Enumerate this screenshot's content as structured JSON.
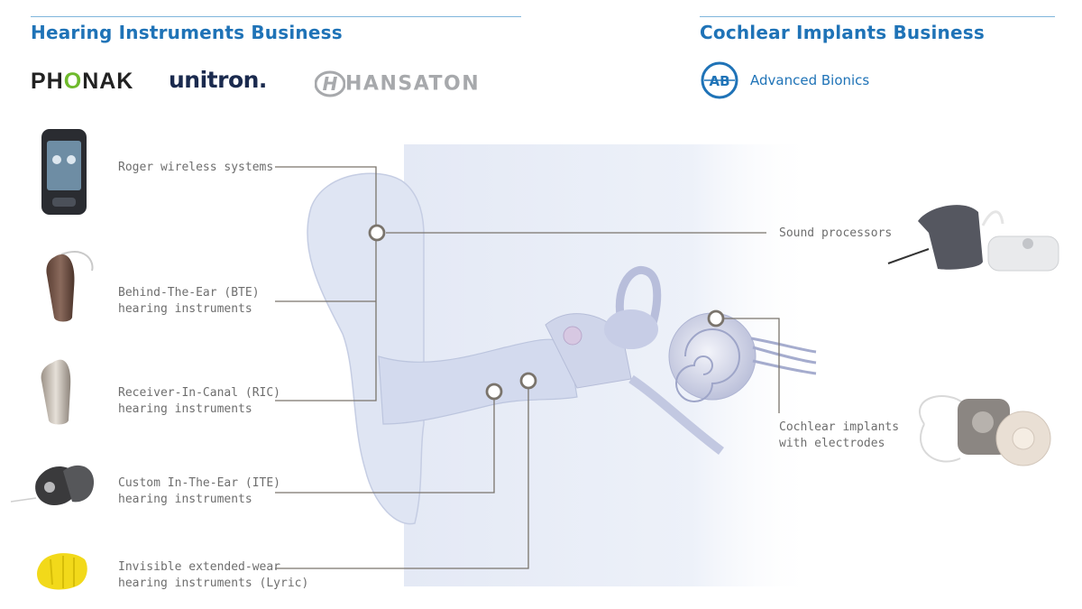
{
  "headings": {
    "hearing": "Hearing Instruments Business",
    "cochlear": "Cochlear Implants Business"
  },
  "brands": {
    "phonak_pre": "PH",
    "phonak_dot": "O",
    "phonak_post": "NAK",
    "unitron": "unitron.",
    "hansaton": "HANSATON",
    "hansaton_mark": "H",
    "ab_mark": "AB",
    "ab_name": "Advanced Bionics"
  },
  "labels": {
    "roger": "Roger wireless systems",
    "bte_1": "Behind-The-Ear (BTE)",
    "bte_2": "hearing instruments",
    "ric_1": "Receiver-In-Canal (RIC)",
    "ric_2": "hearing instruments",
    "ite_1": "Custom In-The-Ear (ITE)",
    "ite_2": "hearing instruments",
    "lyric_1": "Invisible extended-wear",
    "lyric_2": "hearing instruments (Lyric)",
    "sound": "Sound processors",
    "cochlear_1": "Cochlear implants",
    "cochlear_2": "with electrodes"
  },
  "colors": {
    "heading": "#1f73b7",
    "leader": "#7a746c",
    "label": "#6e6e6e",
    "phonak_accent": "#6fba2c"
  }
}
